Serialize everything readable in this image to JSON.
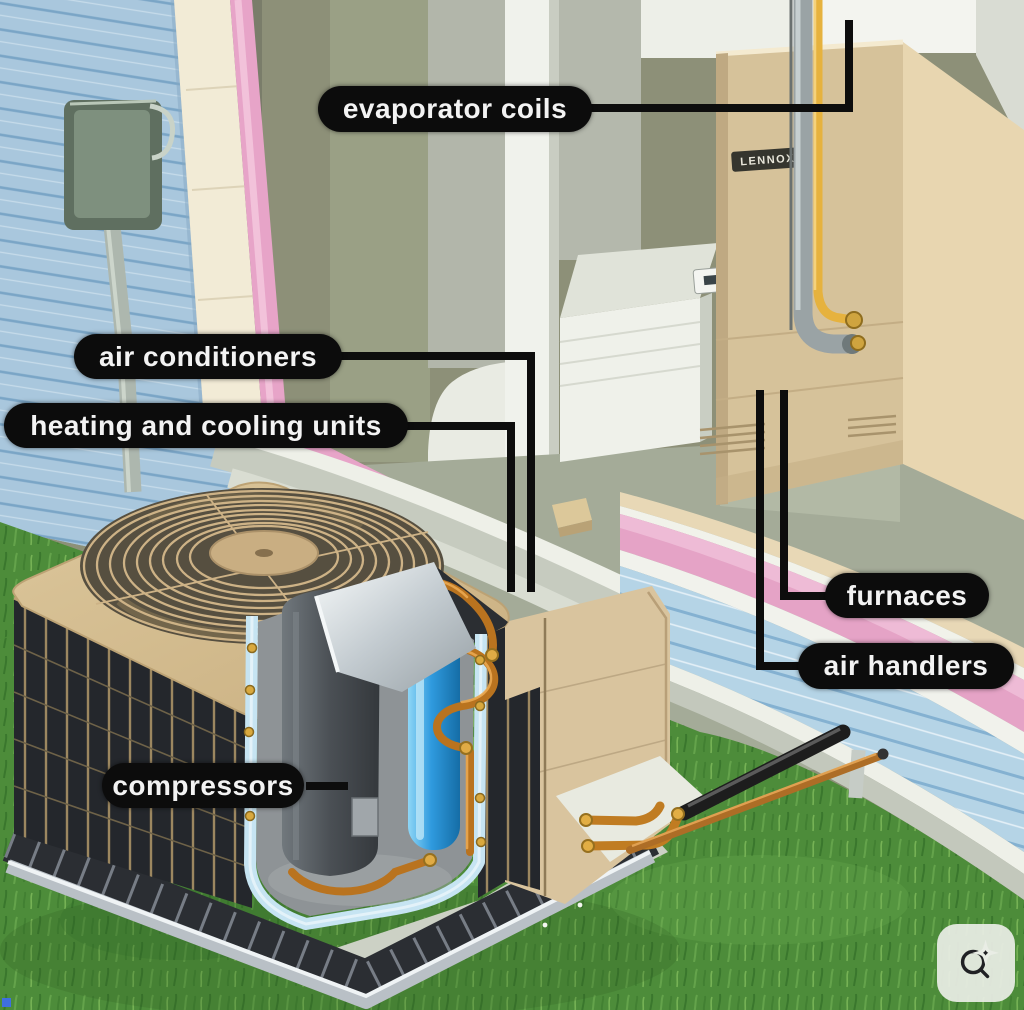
{
  "figure": {
    "kind": "hvac-system-cutaway-diagram",
    "labels": [
      {
        "id": "evaporator-coils",
        "text": "evaporator coils"
      },
      {
        "id": "air-conditioners",
        "text": "air conditioners"
      },
      {
        "id": "heating-and-cooling-units",
        "text": "heating and cooling units"
      },
      {
        "id": "furnaces",
        "text": "furnaces"
      },
      {
        "id": "air-handlers",
        "text": "air handlers"
      },
      {
        "id": "compressors",
        "text": "compressors"
      }
    ],
    "furnace_brand": "LENNOX"
  },
  "controls": {
    "image_search_button": {
      "icon": "search-lens-icon"
    }
  },
  "colors": {
    "label_pill_bg": "#0c0c0c",
    "label_pill_text": "#f3f3f3",
    "siding_blue": "#a9c7dd",
    "trim_cream": "#f2ebd6",
    "trim_pink": "#e7a4c8",
    "interior_wall": "#8d9078",
    "furnace_tan": "#d6c29a",
    "grass_green": "#4d8c3a",
    "ac_top_tan": "#d2ba8e",
    "coil_dark": "#24272c",
    "compressor_gray": "#4a4f53",
    "accumulator_blue": "#2f9ade",
    "copper_pipe": "#b9731f",
    "cut_lining_blue": "#c6e4f2",
    "lens_button_bg": "#e9ede5",
    "lens_icon": "#202124"
  }
}
